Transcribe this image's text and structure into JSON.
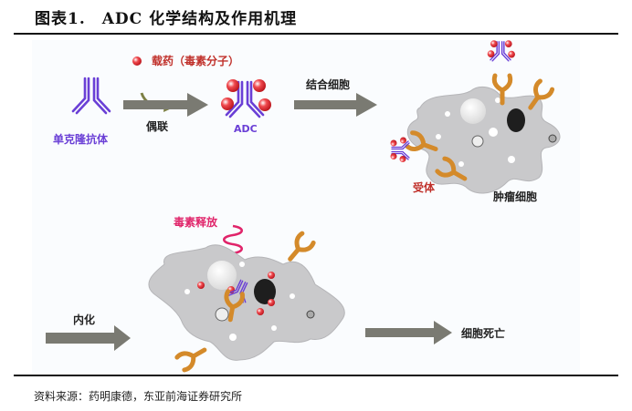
{
  "figure": {
    "title": "图表1.　ADC 化学结构及作用机理",
    "source": "资料来源：药明康德，东亚前海证券研究所"
  },
  "labels": {
    "antibody": "单克隆抗体",
    "payload": "载药（毒素分子）",
    "conjugation": "偶联",
    "adc": "ADC",
    "binding": "结合细胞",
    "receptor": "受体",
    "tumor_cell": "肿瘤细胞",
    "toxin_release": "毒素释放",
    "internalization": "内化",
    "cell_death": "细胞死亡"
  },
  "colors": {
    "antibody": "#6a3fd6",
    "payload": "#e0333a",
    "receptor": "#d48a2a",
    "arrow": "#7a7a72",
    "cell": "#c9c9cb",
    "toxin": "#e0246a"
  }
}
